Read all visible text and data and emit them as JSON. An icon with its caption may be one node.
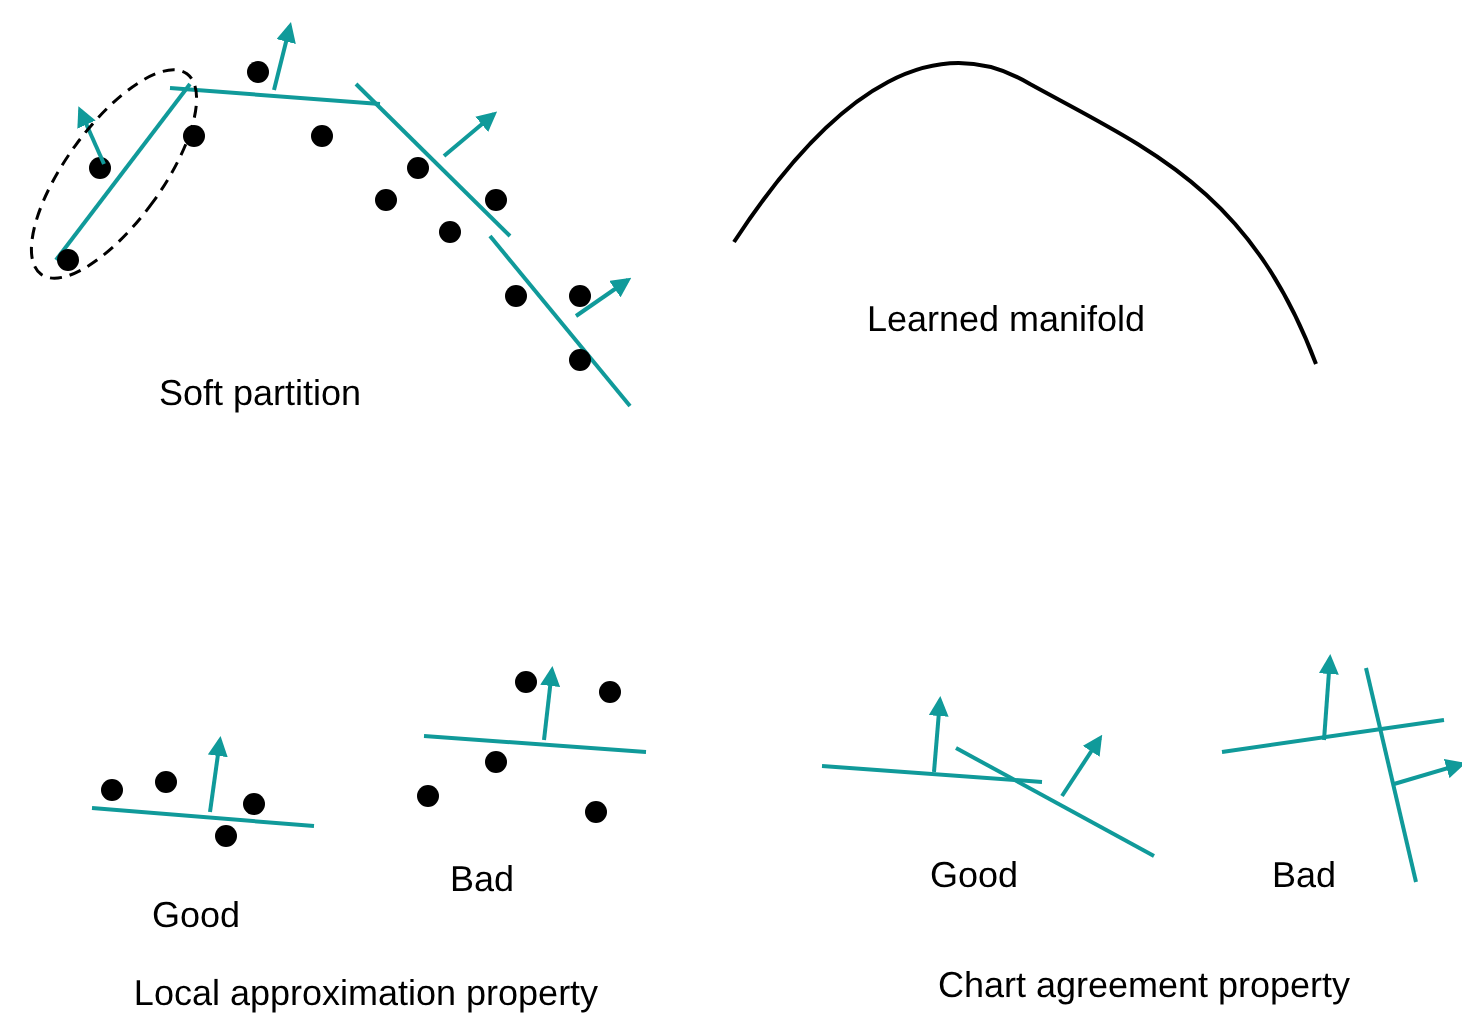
{
  "diagram": {
    "labels": [
      "Soft partition",
      "Learned manifold",
      "Good",
      "Bad",
      "Local approximation property",
      "Good",
      "Bad",
      "Chart agreement property"
    ]
  }
}
